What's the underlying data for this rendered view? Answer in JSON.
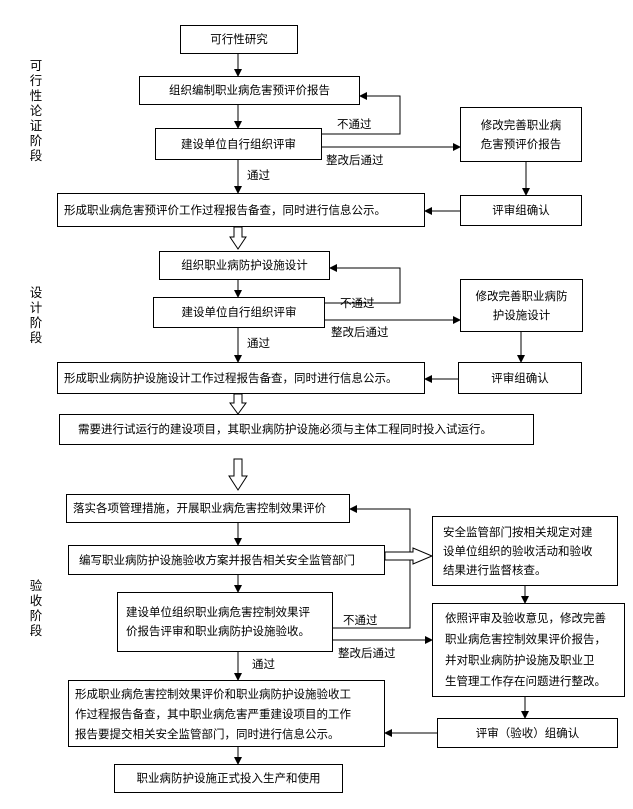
{
  "phases": {
    "feasibility": "可\n行\n性\n论\n证\n阶\n段",
    "design": "设\n计\n阶\n段",
    "acceptance": "验\n收\n阶\n段"
  },
  "boxes": {
    "feasibility_study": "可行性研究",
    "prepare_pre_eval_report": "组织编制职业病危害预评价报告",
    "unit_review_1": "建设单位自行组织评审",
    "revise_pre_eval_report": "修改完善职业病\n危害预评价报告",
    "expert_confirm_1": "评审组确认",
    "pre_eval_filing": "形成职业病危害预评价工作过程报告备查，同时进行信息公示。",
    "protection_design": "组织职业病防护设施设计",
    "unit_review_2": "建设单位自行组织评审",
    "revise_protection_design": "修改完善职业病防\n护设施设计",
    "expert_confirm_2": "评审组确认",
    "design_filing": "形成职业病防护设施设计工作过程报告备查，同时进行信息公示。",
    "trial_operation": "需要进行试运行的建设项目，其职业病防护设施必须与主体工程同时投入试运行。",
    "implement_measures": "落实各项管理措施，开展职业病危害控制效果评价",
    "acceptance_plan": "编写职业病防护设施验收方案并报告相关安全监管部门",
    "supervision_check": "安全监管部门按相关规定对建\n设单位组织的验收活动和验收\n结果进行监督核查。",
    "unit_acceptance": "建设单位组织职业病危害控制效果评\n价报告评审和职业病防护设施验收。",
    "rectification": "依照评审及验收意见，修改完善\n职业病危害控制效果评价报告，\n并对职业病防护设施及职业卫\n生管理工作存在问题进行整改。",
    "control_effect_filing": "形成职业病危害控制效果评价和职业病防护设施验收工\n作过程报告备查，其中职业病危害严重建设项目的工作\n报告要提交相关安全监管部门，同时进行信息公示。",
    "expert_confirm_3": "评审（验收）组确认",
    "formal_operation": "职业病防护设施正式投入生产和使用"
  },
  "labels": {
    "fail_1": "不通过",
    "rectify_pass_1": "整改后通过",
    "pass_1": "通过",
    "fail_2": "不通过",
    "rectify_pass_2": "整改后通过",
    "pass_2": "通过",
    "fail_3": "不通过",
    "rectify_pass_3": "整改后通过",
    "pass_3": "通过"
  }
}
